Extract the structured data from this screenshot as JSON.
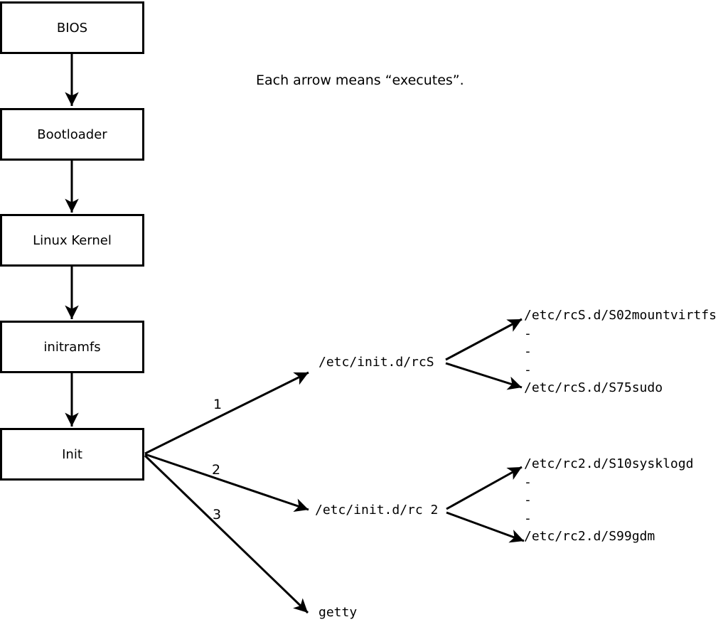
{
  "colors": {
    "foreground": "#000000",
    "background": "#ffffff"
  },
  "annotation": "Each arrow means “executes”.",
  "boot_chain": [
    {
      "id": "bios",
      "label": "BIOS"
    },
    {
      "id": "bootloader",
      "label": "Bootloader"
    },
    {
      "id": "linux-kernel",
      "label": "Linux Kernel"
    },
    {
      "id": "initramfs",
      "label": "initramfs"
    },
    {
      "id": "init",
      "label": "Init"
    }
  ],
  "init_targets": [
    {
      "order": "1",
      "label": "/etc/init.d/rcS"
    },
    {
      "order": "2",
      "label": "/etc/init.d/rc 2"
    },
    {
      "order": "3",
      "label": "getty"
    }
  ],
  "rcS_scripts": [
    "/etc/rcS.d/S02mountvirtfs",
    "-",
    "-",
    "-",
    "/etc/rcS.d/S75sudo"
  ],
  "rc2_scripts": [
    "/etc/rc2.d/S10sysklogd",
    "-",
    "-",
    "-",
    "/etc/rc2.d/S99gdm"
  ]
}
